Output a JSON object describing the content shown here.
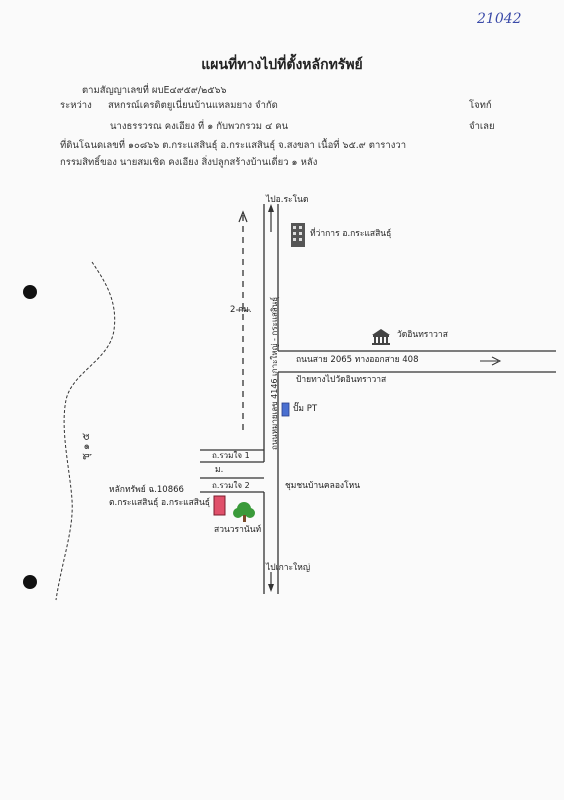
{
  "ref_number": "21042",
  "title": "แผนที่ทางไปที่ตั้งหลักทรัพย์",
  "header": {
    "agreement_line": "ตามสัญญาเลขที่ ผบE๔๙๕๙/๒๕๖๖",
    "between_label": "ระหว่าง",
    "party_one": "สหกรณ์เครดิตยูเนี่ยนบ้านแหลมยาง จำกัด",
    "plaintiff_label": "โจทก์",
    "party_two": "นางธรรวรณ คงเอียง ที่ ๑ กับพวกรวม ๔ คน",
    "defendant_label": "จำเลย",
    "land_line": "ที่ดินโฉนดเลขที่ ๑๐๘๖๖ ต.กระแสสินธุ์ อ.กระแสสินธุ์ จ.สงขลา เนื้อที่ ๖๕.๙ ตารางวา",
    "owner_line": "กรรมสิทธิ์ของ นายสมเชิด คงเอียง สิ่งปลูกสร้างบ้านเดี่ยว ๑ หลัง"
  },
  "map": {
    "to_north": "ไปอ.ระโนด",
    "district_office": "ที่ว่าการ อ.กระแสสินธุ์",
    "distance": "2 กม.",
    "main_road": "ถนนหมายเลข 4146 เกาะใหญ่ - กระแสสินธุ์",
    "temple": "วัดอินทราวาส",
    "road_2065": "ถนนสาย 2065 ทางออกสาย 408",
    "temple_sign": "ป้ายทางไปวัดอินทราวาส",
    "gas_station": "ปั๊ม PT",
    "lane_1": "ถ.รวมใจ 1",
    "mosque_mark": "ม.",
    "lane_2": "ถ.รวมใจ 2",
    "community": "ชุมชนบ้านคลองโหน",
    "asset_line1": "หลักทรัพย์ ฉ.10866",
    "asset_line2": "ต.กระแสสินธุ์ อ.กระแสสินธุ์",
    "park": "สวนวรานันท์",
    "to_south": "ไปเกาะใหญ่"
  },
  "margin_note": "ชุ ๑ ๕",
  "colors": {
    "ref_ink": "#3a4aa8",
    "asset_marker": "#e0506a",
    "gas_marker": "#4a6fd0",
    "tree": "#3a9a3a"
  },
  "icons": [
    "building-icon",
    "temple-icon",
    "gas-station-icon",
    "asset-marker-icon",
    "tree-icon",
    "punch-hole-icon"
  ]
}
